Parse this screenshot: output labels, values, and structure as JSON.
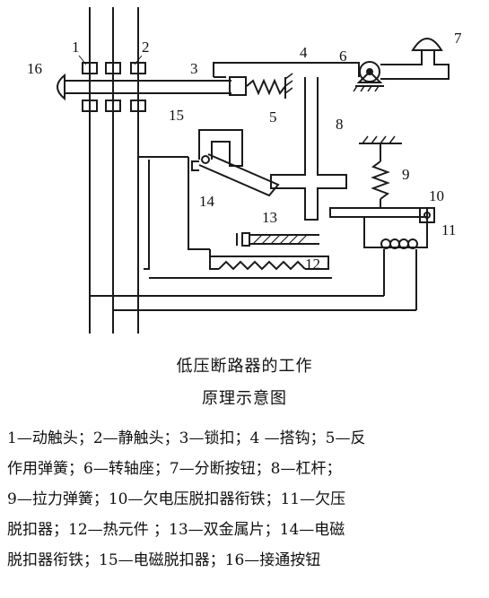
{
  "labels": [
    "1",
    "2",
    "3",
    "4",
    "5",
    "6",
    "7",
    "8",
    "9",
    "10",
    "11",
    "12",
    "13",
    "14",
    "15",
    "16"
  ],
  "caption": {
    "line1": "低压断路器的工作",
    "line2": "原理示意图"
  },
  "legend_lines": [
    "1—动触头；2—静触头；3—锁扣；4 —搭钩；5—反",
    "作用弹簧；6—转轴座；7—分断按钮；8—杠杆；",
    "9—拉力弹簧；10—欠电压脱扣器衔铁；11—欠压",
    "脱扣器；12—热元件 ；13—双金属片；14—电磁",
    "脱扣器衔铁；15—电磁脱扣器；16—接通按钮"
  ],
  "colors": {
    "line": "#1a1a1a",
    "background": "#ffffff"
  }
}
